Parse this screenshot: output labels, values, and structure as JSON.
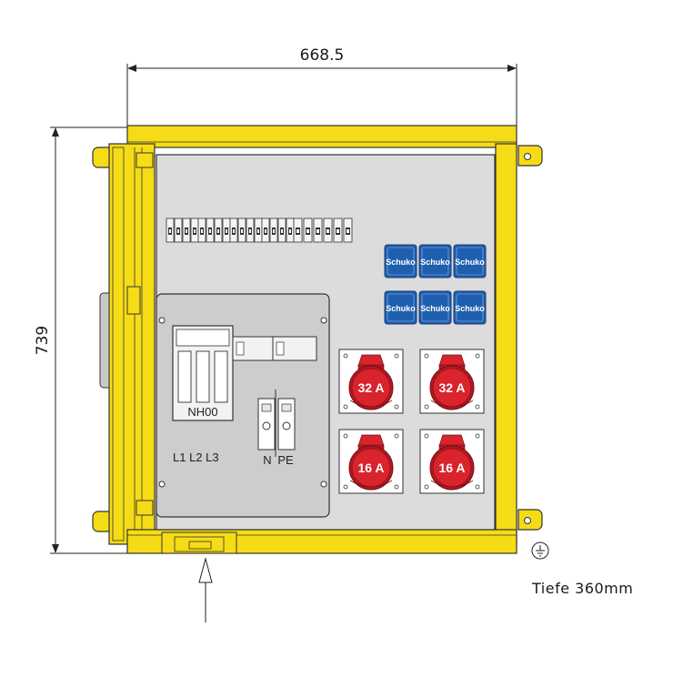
{
  "dimensions": {
    "width": "668.5",
    "height": "739"
  },
  "depth_note": "Tiefe 360mm",
  "fuse_base_label": "NH00",
  "phase_labels": "L1 L2 L3",
  "neutral_label": "N",
  "pe_label": "PE",
  "schuko_label": "Schuko",
  "schuko_count": 6,
  "cee_sockets": [
    "32 A",
    "32 A",
    "16 A",
    "16 A"
  ],
  "colors": {
    "enclosure": "#f5dc16",
    "panel": "#dcdcdc",
    "schuko": "#1f5fb0",
    "cee": "#d9232d"
  },
  "icons": [
    "ground-symbol-icon",
    "cable-entry-arrow-icon"
  ]
}
